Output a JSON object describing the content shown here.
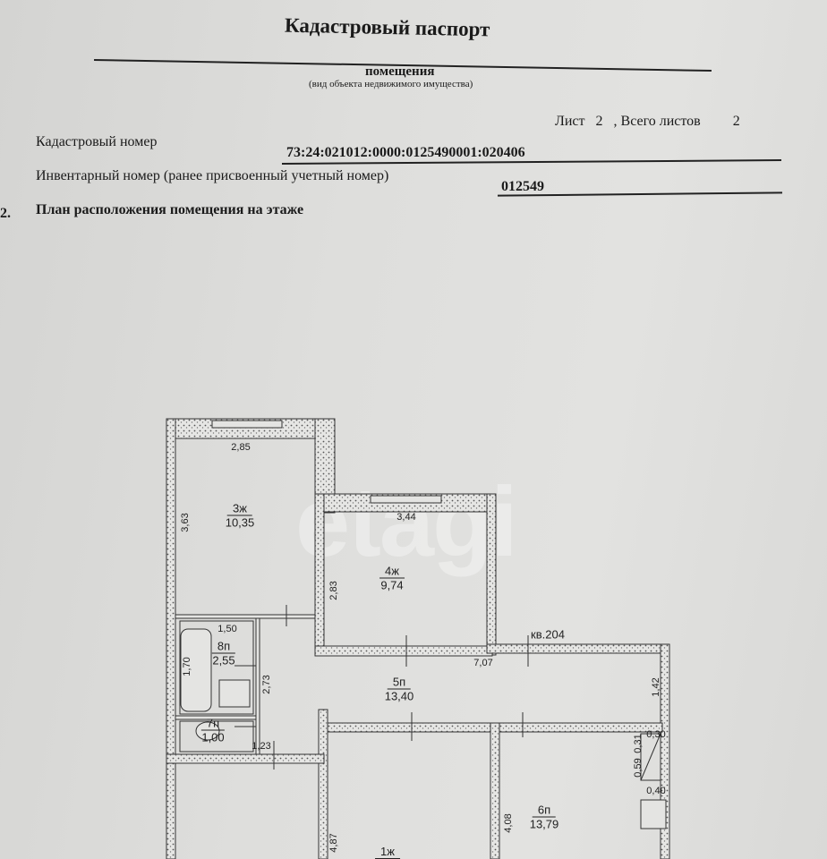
{
  "header": {
    "title": "Кадастровый паспорт",
    "object_type": "помещения",
    "object_type_hint": "(вид объекта недвижимого имущества)",
    "sheet_label": "Лист",
    "sheet_number": "2",
    "total_sheets_label": ", Всего листов",
    "total_sheets": "2"
  },
  "fields": {
    "cadastral_label": "Кадастровый номер",
    "cadastral_value": "73:24:021012:0000:0125490001:020406",
    "inventory_label": "Инвентарный номер (ранее присвоенный учетный номер)",
    "inventory_value": "012549"
  },
  "section": {
    "number": "2.",
    "title": "План расположения помещения на этаже"
  },
  "plan": {
    "apartment": "кв.204",
    "watermark": "etagi",
    "rooms": [
      {
        "code": "3ж",
        "area": "10,35"
      },
      {
        "code": "4ж",
        "area": "9,74"
      },
      {
        "code": "8п",
        "area": "2,55"
      },
      {
        "code": "5п",
        "area": "13,40"
      },
      {
        "code": "7п",
        "area": "1,00"
      },
      {
        "code": "6п",
        "area": "13,79"
      },
      {
        "code": "1ж"
      }
    ],
    "dimensions": {
      "d285": "2,85",
      "d363": "3,63",
      "d344": "3,44",
      "d283": "2,83",
      "d150": "1,50",
      "d170": "1,70",
      "d273": "2,73",
      "d707": "7,07",
      "d142": "1,42",
      "d123": "1,23",
      "d030": "0,30",
      "d031": "0,31",
      "d059": "0,59",
      "d040": "0,40",
      "d408": "4,08",
      "d487": "4,87"
    }
  }
}
